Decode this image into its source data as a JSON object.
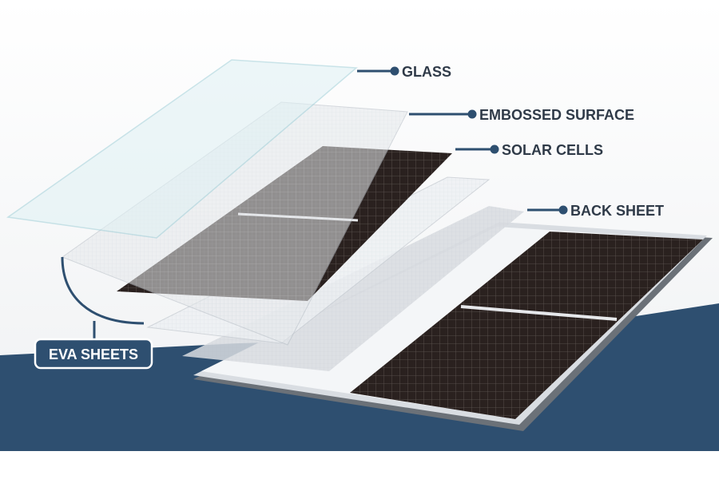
{
  "labels": {
    "glass": "GLASS",
    "embossed_surface": "EMBOSSED SURFACE",
    "solar_cells": "SOLAR CELLS",
    "back_sheet": "BACK SHEET",
    "eva_sheets": "EVA SHEETS"
  },
  "colors": {
    "ground": "#2e4f70",
    "leader": "#2e4f70",
    "cell": "#2a211f",
    "frame": "#bfc5cc",
    "label_text": "#2f3a48"
  }
}
